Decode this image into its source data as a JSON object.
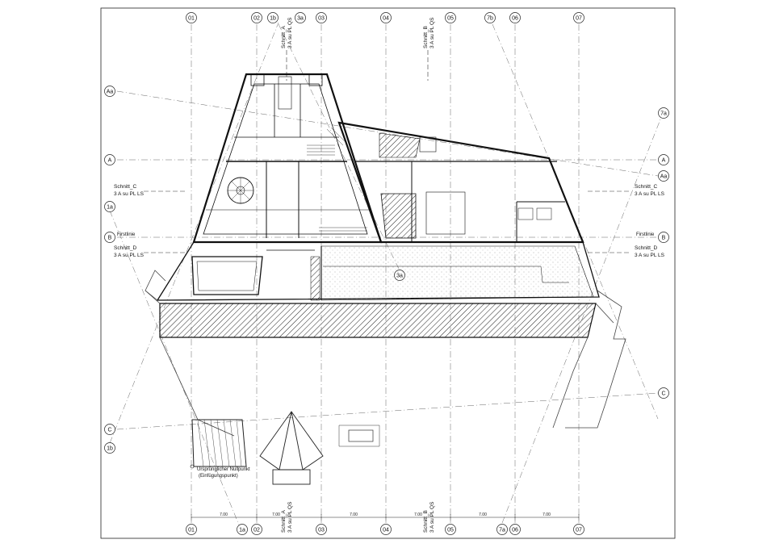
{
  "grid_top": [
    "01",
    "02",
    "1b",
    "3a",
    "03",
    "04",
    "05",
    "7b",
    "06",
    "07"
  ],
  "grid_bottom": [
    "01",
    "1a",
    "02",
    "03",
    "04",
    "05",
    "7a",
    "06",
    "07"
  ],
  "grid_left": [
    "Aa",
    "A",
    "1a",
    "B",
    "C",
    "1b"
  ],
  "grid_right": [
    "7a",
    "A",
    "Aa",
    "B",
    "C"
  ],
  "bubble_inner": "3a",
  "dimensions": [
    "7.00",
    "7.00",
    "7.00",
    "7.00",
    "7.00",
    "7.00"
  ],
  "section_marks": {
    "schnitt_a_title": "Schnitt_A",
    "schnitt_a_ref": "3 A su PL QS",
    "schnitt_b_title": "Schnitt_B",
    "schnitt_b_ref": "3 A su PL QS",
    "schnitt_c_title": "Schnitt_C",
    "schnitt_c_ref": "3 A su PL LS",
    "schnitt_d_title": "Schnitt_D",
    "schnitt_d_ref": "3 A su PL LS"
  },
  "labels": {
    "firstlinie": "Firstlinie",
    "nullpunkt_1": "Ursprünglicher Nullpunkt",
    "nullpunkt_2": "(Einfügungspunkt)"
  },
  "colors": {
    "line": "#111111",
    "grid": "#555555",
    "background": "#ffffff"
  }
}
